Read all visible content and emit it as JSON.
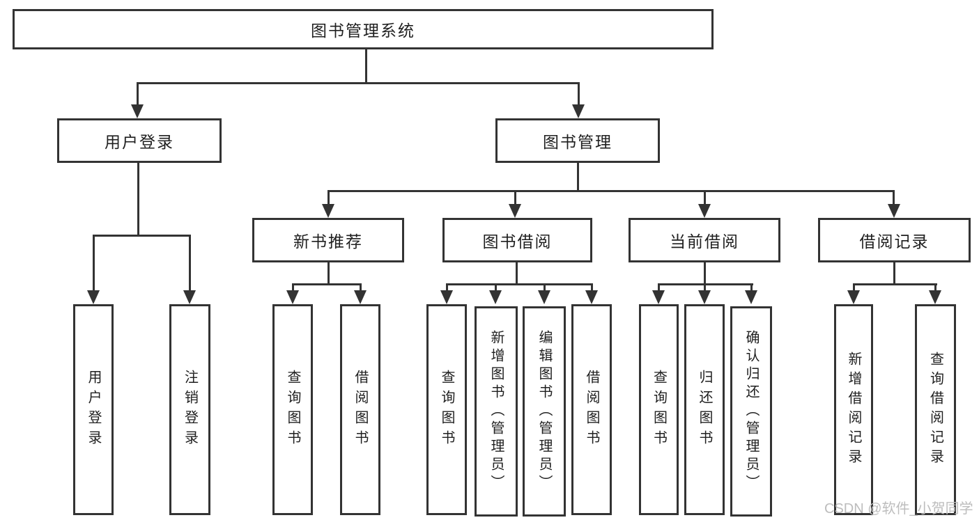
{
  "diagram": {
    "type": "tree",
    "root": {
      "label": "图书管理系统"
    },
    "branches": [
      {
        "label": "用户登录",
        "children": [
          {
            "label": "用户登录"
          },
          {
            "label": "注销登录"
          }
        ]
      },
      {
        "label": "图书管理",
        "children": [
          {
            "label": "新书推荐",
            "children": [
              {
                "label": "查询图书"
              },
              {
                "label": "借阅图书"
              }
            ]
          },
          {
            "label": "图书借阅",
            "children": [
              {
                "label": "查询图书"
              },
              {
                "label": "新增图书（管理员）"
              },
              {
                "label": "编辑图书（管理员）"
              },
              {
                "label": "借阅图书"
              }
            ]
          },
          {
            "label": "当前借阅",
            "children": [
              {
                "label": "查询图书"
              },
              {
                "label": "归还图书"
              },
              {
                "label": "确认归还（管理员）"
              }
            ]
          },
          {
            "label": "借阅记录",
            "children": [
              {
                "label": "新增借阅记录"
              },
              {
                "label": "查询借阅记录"
              }
            ]
          }
        ]
      }
    ]
  },
  "colors": {
    "line": "#333333",
    "text": "#1f1f1f",
    "background": "#ffffff",
    "watermark": "#bdbdbd"
  },
  "watermark": {
    "text": "CSDN @软件_小贺同学"
  }
}
